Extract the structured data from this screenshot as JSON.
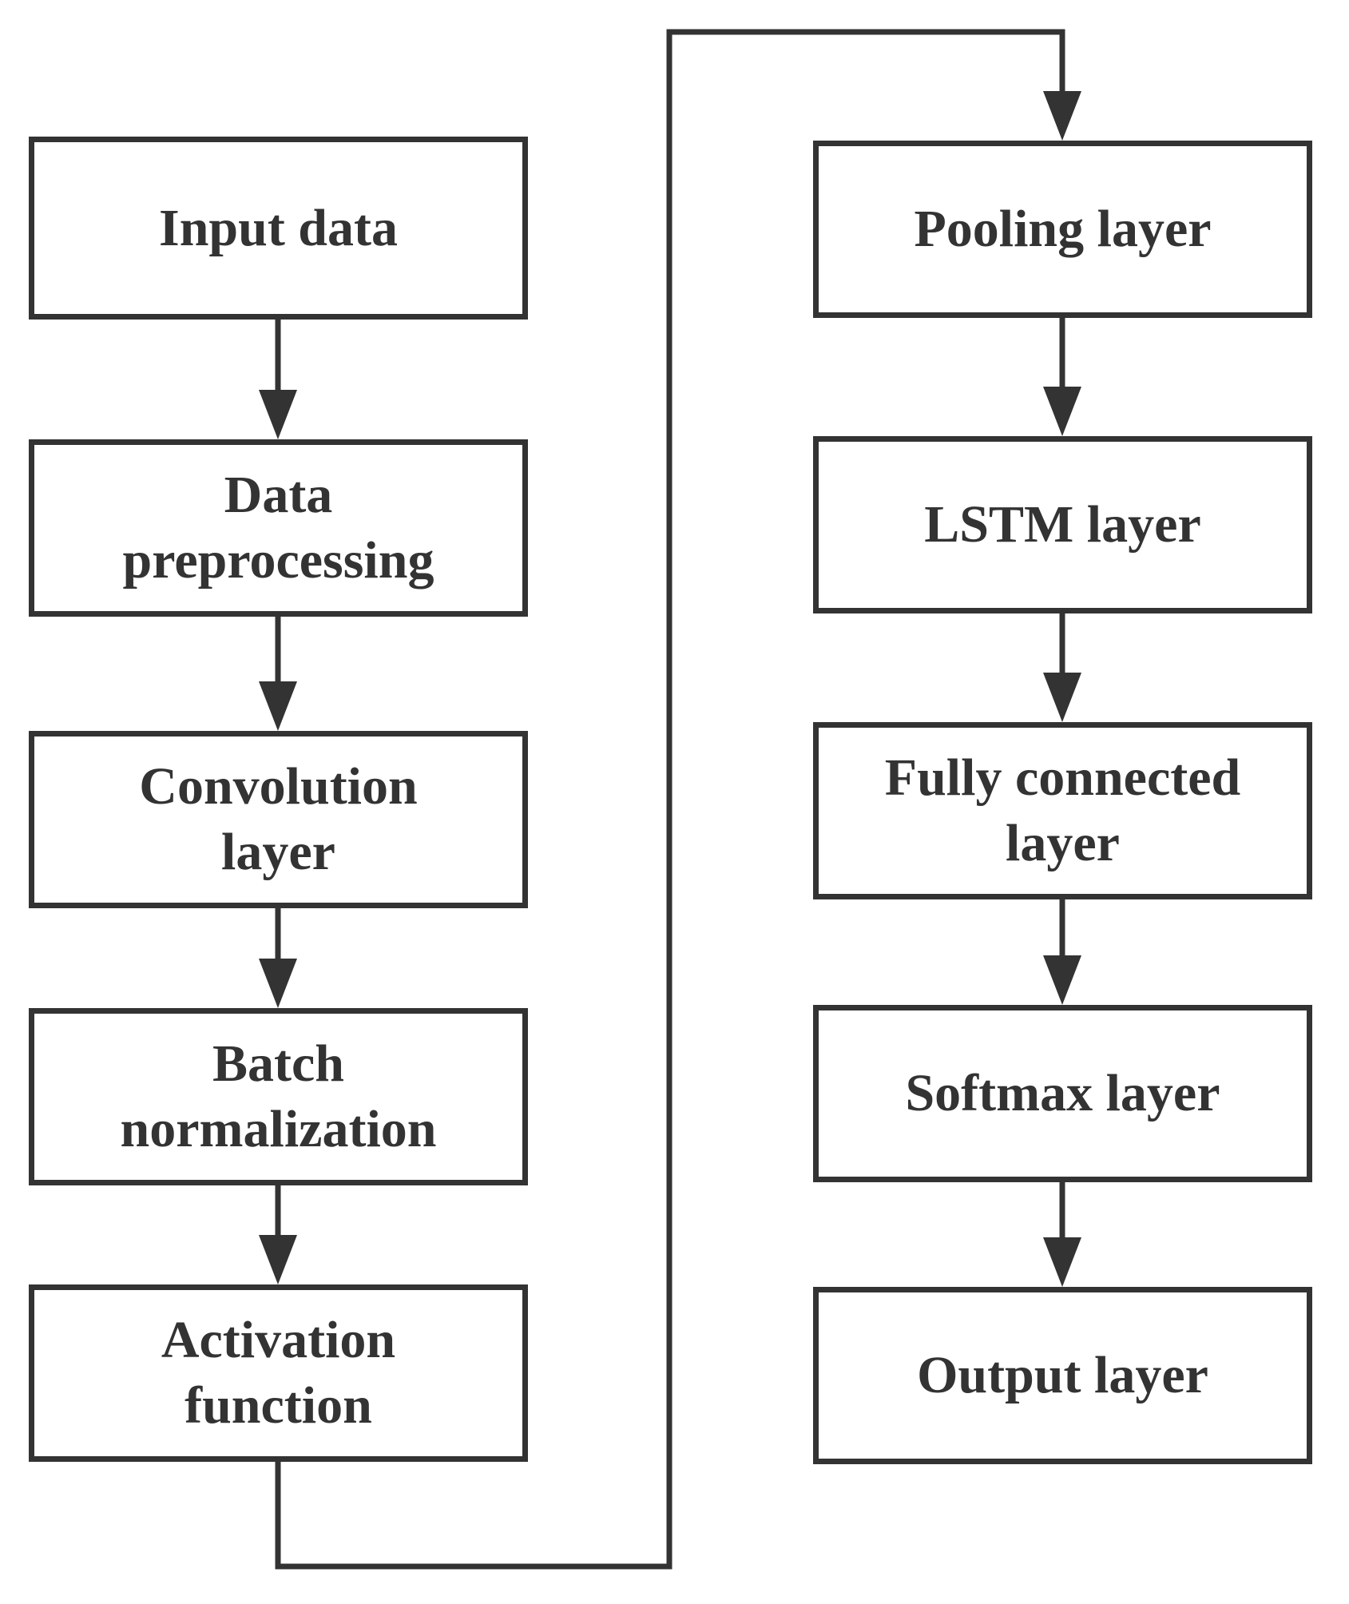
{
  "diagram": {
    "left_column": [
      {
        "id": "input-data",
        "label": "Input data"
      },
      {
        "id": "data-preprocessing",
        "label": "Data\npreprocessing"
      },
      {
        "id": "convolution-layer",
        "label": "Convolution\nlayer"
      },
      {
        "id": "batch-normalization",
        "label": "Batch\nnormalization"
      },
      {
        "id": "activation-function",
        "label": "Activation\nfunction"
      }
    ],
    "right_column": [
      {
        "id": "pooling-layer",
        "label": "Pooling layer"
      },
      {
        "id": "lstm-layer",
        "label": "LSTM layer"
      },
      {
        "id": "fully-connected-layer",
        "label": "Fully connected\nlayer"
      },
      {
        "id": "softmax-layer",
        "label": "Softmax layer"
      },
      {
        "id": "output-layer",
        "label": "Output layer"
      }
    ],
    "flow": [
      [
        "input-data",
        "data-preprocessing"
      ],
      [
        "data-preprocessing",
        "convolution-layer"
      ],
      [
        "convolution-layer",
        "batch-normalization"
      ],
      [
        "batch-normalization",
        "activation-function"
      ],
      [
        "activation-function",
        "pooling-layer"
      ],
      [
        "pooling-layer",
        "lstm-layer"
      ],
      [
        "lstm-layer",
        "fully-connected-layer"
      ],
      [
        "fully-connected-layer",
        "softmax-layer"
      ],
      [
        "softmax-layer",
        "output-layer"
      ]
    ],
    "colors": {
      "stroke": "#333333",
      "text": "#333333",
      "background": "#ffffff"
    }
  }
}
